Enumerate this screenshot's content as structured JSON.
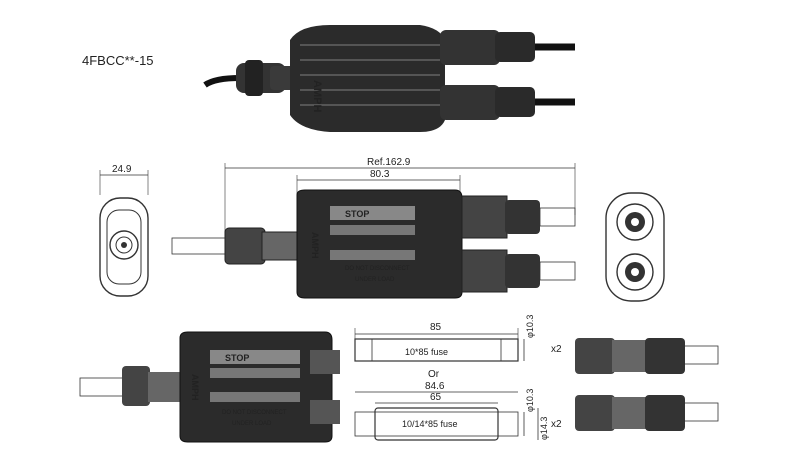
{
  "model_code": "4FBCC**-15",
  "brand_mark": "AMPH",
  "housing": {
    "stop_label": "STOP",
    "warning_line1": "DO NOT DISCONNECT",
    "warning_line2": "UNDER LOAD"
  },
  "dimensions": {
    "end_width": "24.9",
    "ref_length": "Ref.162.9",
    "body_length": "80.3",
    "fuse_length_a": "85",
    "fuse_dia_a": "φ10.3",
    "fuse_label_a": "10*85 fuse",
    "or_text": "Or",
    "fuse_length_b": "84.6",
    "fuse_inner_b": "65",
    "fuse_dia_b_outer": "φ14.3",
    "fuse_dia_b_inner": "φ10.3",
    "fuse_label_b": "10/14*85 fuse",
    "qty_a": "x2",
    "qty_b": "x2"
  },
  "colors": {
    "line": "#333333",
    "housing_dark": "#2b2b2b",
    "housing_mid": "#555555",
    "cable": "#111111"
  }
}
